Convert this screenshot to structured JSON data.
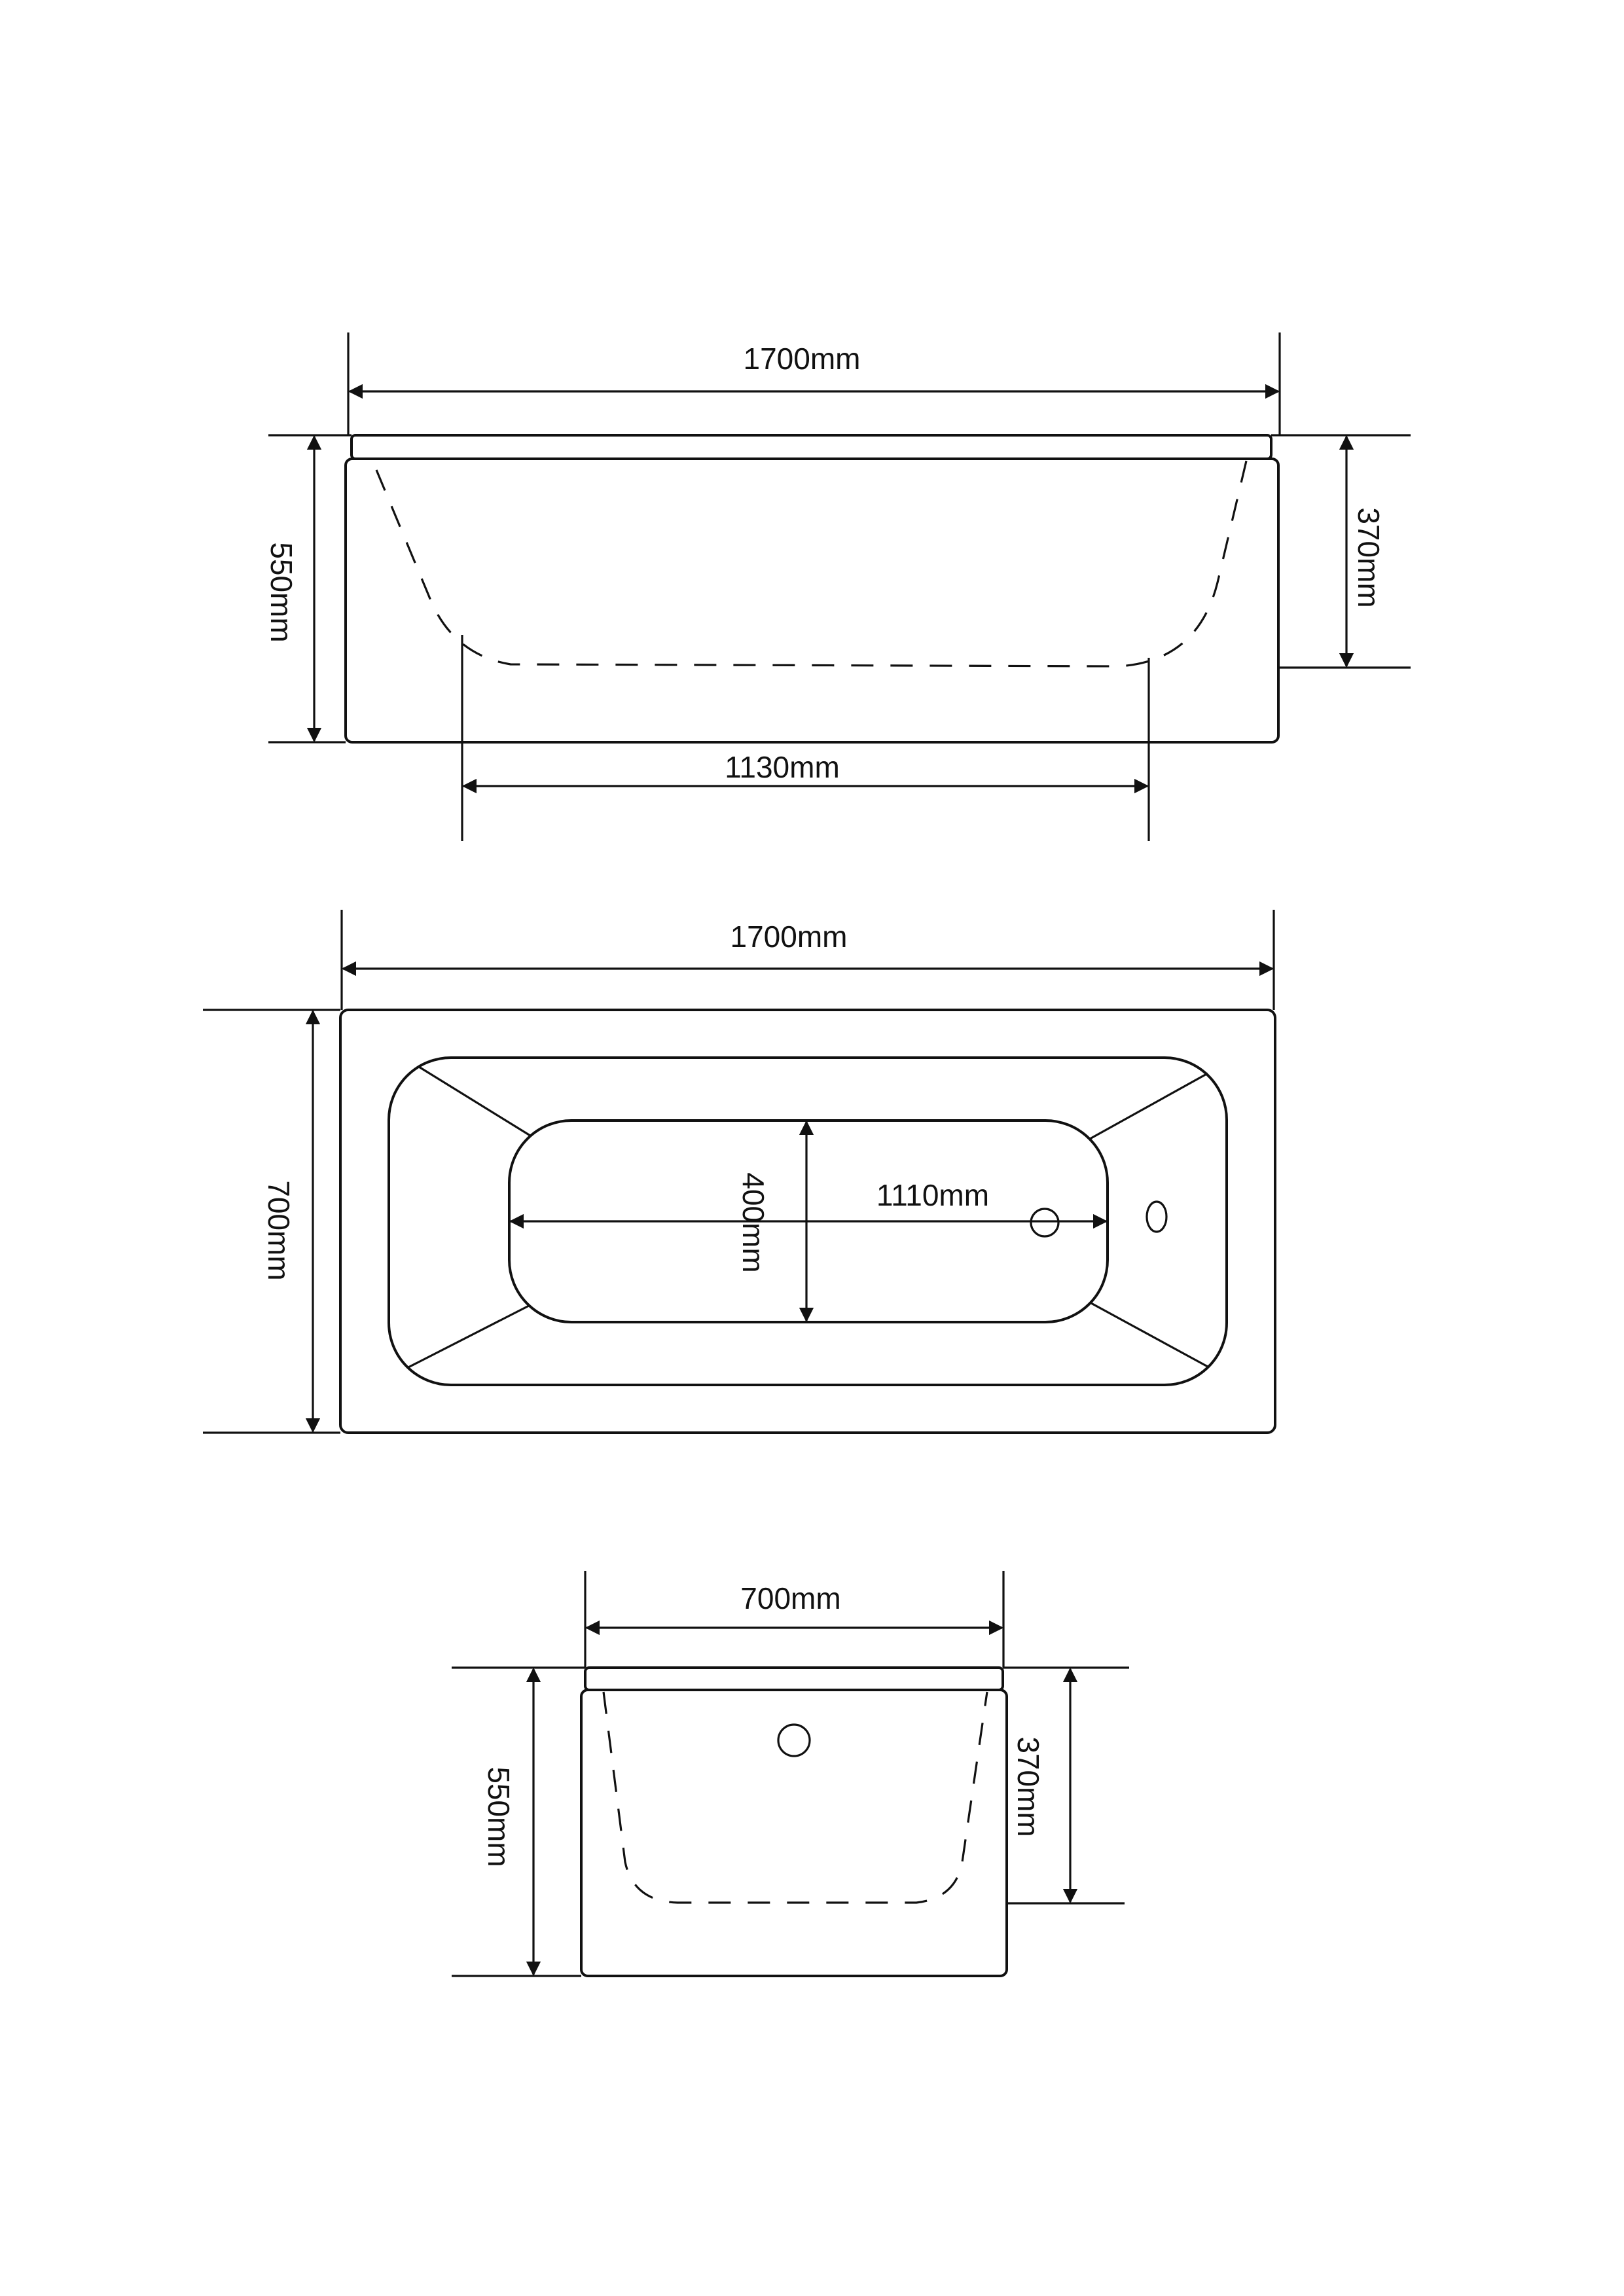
{
  "side_view": {
    "length_label": "1700mm",
    "height_label": "550mm",
    "depth_label": "370mm",
    "bottom_length_label": "1130mm"
  },
  "top_view": {
    "length_label": "1700mm",
    "width_label": "700mm",
    "inner_length_label": "1110mm",
    "inner_width_label": "400mm"
  },
  "end_view": {
    "width_label": "700mm",
    "height_label": "550mm",
    "depth_label": "370mm"
  }
}
